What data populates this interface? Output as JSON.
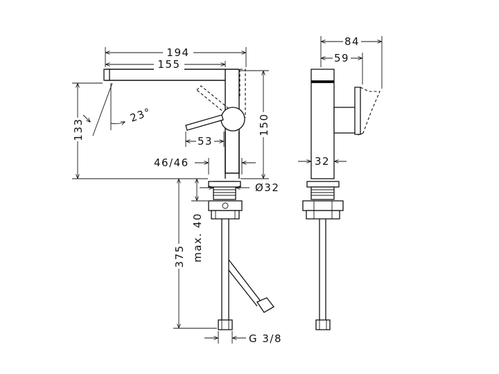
{
  "dimensions": {
    "overall_reach": "194",
    "spout_reach": "155",
    "spout_angle": "23°",
    "height_to_spout": "133",
    "overall_height": "150",
    "lever_reach": "53",
    "hole_diameter_range": "46/46",
    "shank_diameter": "Ø32",
    "max_mounting_thickness": "max. 40",
    "hose_length": "375",
    "connection_thread": "G 3/8",
    "side_overall_depth": "84",
    "side_lever_depth": "59",
    "side_body_width": "32"
  }
}
